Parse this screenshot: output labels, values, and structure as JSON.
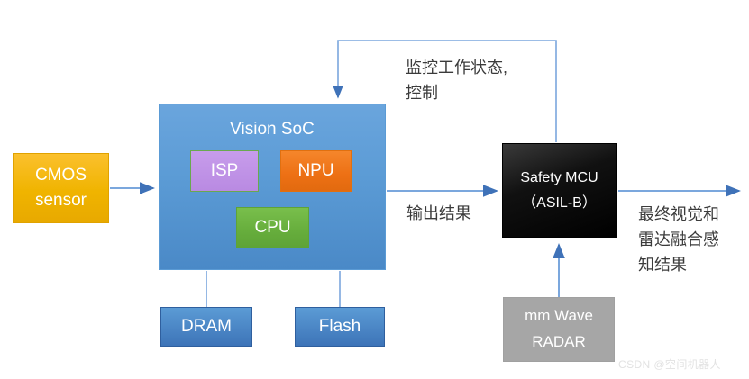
{
  "diagram": {
    "title": "Vision SoC and Safety MCU sensor fusion architecture",
    "colors": {
      "sensor": "#f0b400",
      "soc": "#5b9bd5",
      "isp": "#b98ae2",
      "npu": "#ed7014",
      "cpu": "#66ad3c",
      "memory": "#3d74b8",
      "mcu": "#000000",
      "radar": "#a6a6a6",
      "connector": "#5b8fd0",
      "label_text": "#3b3b3b"
    }
  },
  "blocks": {
    "cmos_sensor": {
      "line1": "CMOS",
      "line2": "sensor"
    },
    "vision_soc": {
      "title": "Vision SoC",
      "isp": "ISP",
      "npu": "NPU",
      "cpu": "CPU"
    },
    "dram": "DRAM",
    "flash": "Flash",
    "safety_mcu": {
      "line1": "Safety MCU",
      "line2": "（ASIL-B）"
    },
    "radar": {
      "line1": "mm Wave",
      "line2": "RADAR"
    }
  },
  "labels": {
    "monitor_control": "监控工作状态,\n控制",
    "output_result": "输出结果",
    "final_result": "最终视觉和\n雷达融合感\n知结果"
  },
  "watermark": "CSDN @空间机器人"
}
